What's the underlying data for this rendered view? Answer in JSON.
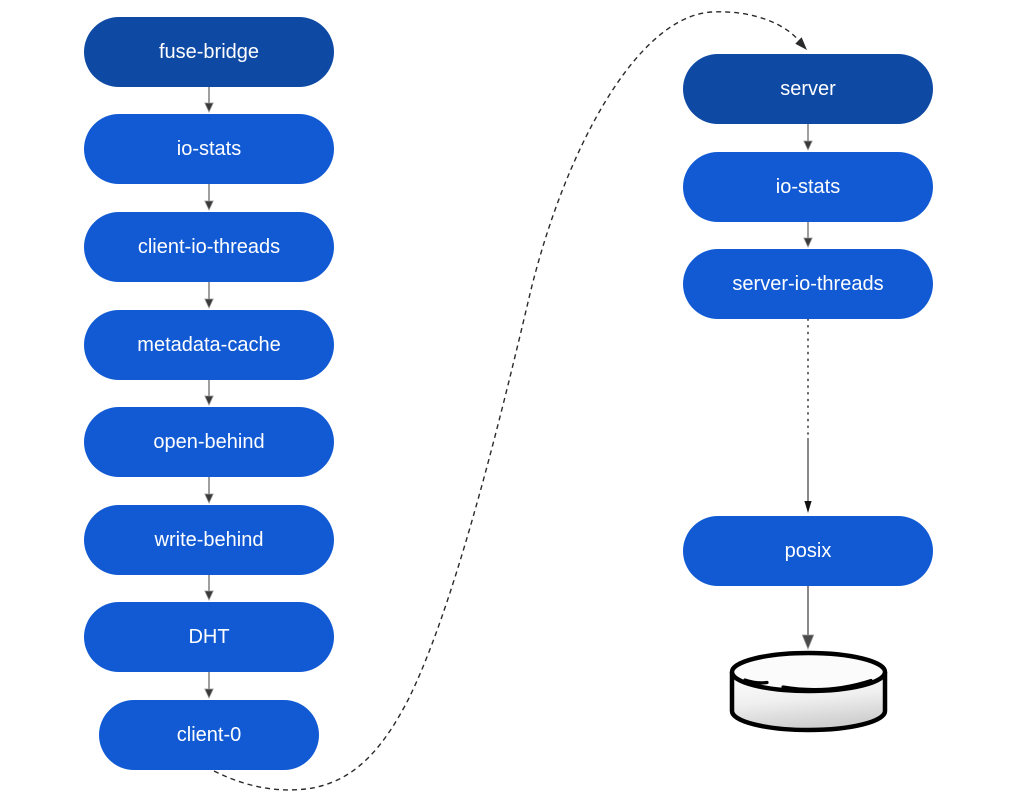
{
  "diagram": {
    "title": "glusterfs-translator-stack",
    "client_stack": {
      "nodes": [
        {
          "id": "fuse-bridge",
          "label": "fuse-bridge",
          "variant": "dark"
        },
        {
          "id": "io-stats",
          "label": "io-stats",
          "variant": "bright"
        },
        {
          "id": "client-io-threads",
          "label": "client-io-threads",
          "variant": "bright"
        },
        {
          "id": "metadata-cache",
          "label": "metadata-cache",
          "variant": "bright"
        },
        {
          "id": "open-behind",
          "label": "open-behind",
          "variant": "bright"
        },
        {
          "id": "write-behind",
          "label": "write-behind",
          "variant": "bright"
        },
        {
          "id": "DHT",
          "label": "DHT",
          "variant": "bright"
        },
        {
          "id": "client-0",
          "label": "client-0",
          "variant": "bright"
        }
      ]
    },
    "server_stack": {
      "nodes": [
        {
          "id": "server",
          "label": "server",
          "variant": "dark"
        },
        {
          "id": "io-stats",
          "label": "io-stats",
          "variant": "bright"
        },
        {
          "id": "server-io-threads",
          "label": "server-io-threads",
          "variant": "bright"
        },
        {
          "id": "posix",
          "label": "posix",
          "variant": "bright"
        }
      ]
    },
    "storage": {
      "icon": "disk-cylinder-icon"
    },
    "edges": [
      {
        "from": "fuse-bridge",
        "to": "io-stats",
        "style": "solid-gray-arrow"
      },
      {
        "from": "io-stats",
        "to": "client-io-threads",
        "style": "solid-gray-arrow"
      },
      {
        "from": "client-io-threads",
        "to": "metadata-cache",
        "style": "solid-gray-arrow"
      },
      {
        "from": "metadata-cache",
        "to": "open-behind",
        "style": "solid-gray-arrow"
      },
      {
        "from": "open-behind",
        "to": "write-behind",
        "style": "solid-gray-arrow"
      },
      {
        "from": "write-behind",
        "to": "DHT",
        "style": "solid-gray-arrow"
      },
      {
        "from": "DHT",
        "to": "client-0",
        "style": "solid-gray-arrow"
      },
      {
        "from": "client-0",
        "to": "server",
        "style": "dashed-curved-arrow"
      },
      {
        "from": "server",
        "to": "io-stats",
        "style": "solid-gray-arrow"
      },
      {
        "from": "io-stats",
        "to": "server-io-threads",
        "style": "solid-gray-arrow"
      },
      {
        "from": "server-io-threads",
        "to": "posix",
        "style": "dotted-then-solid-arrow"
      },
      {
        "from": "posix",
        "to": "disk",
        "style": "solid-gray-arrow"
      }
    ],
    "colors": {
      "node_bright": "#115ad3",
      "node_dark": "#0e49a4",
      "node_text": "#ffffff",
      "edge_gray": "#6b6b6b",
      "edge_head_gray": "#3a3a3a",
      "edge_dark": "#2a2a2a",
      "disk_outline": "#000000",
      "background": "#ffffff"
    }
  }
}
